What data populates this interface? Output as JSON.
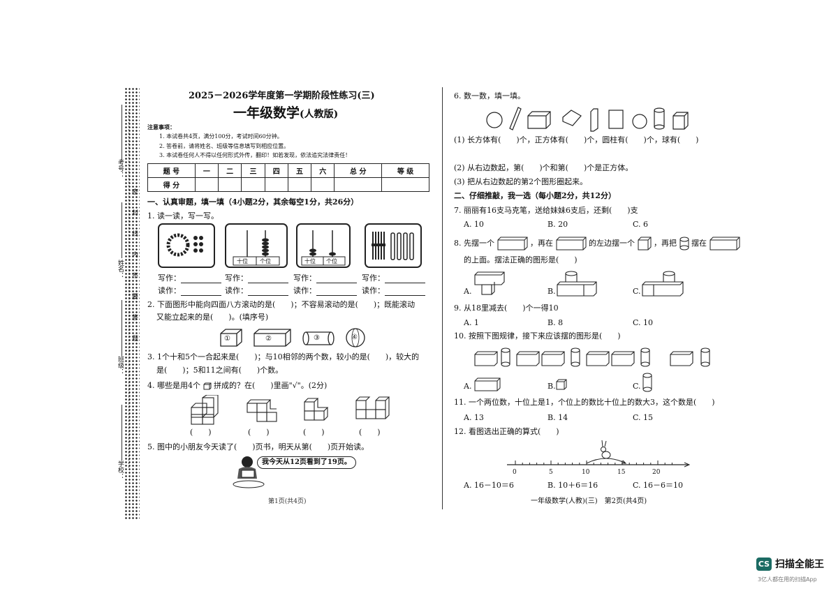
{
  "left": {
    "title": "2025－2026学年度第一学期阶段性练习(三)",
    "subtitle": "一年级数学",
    "subtitle_edition": "(人教版)",
    "notice_title": "注意事项：",
    "notices": [
      "1. 本试卷共4页，满分100分，考试时间60分钟。",
      "2. 答卷前，请将姓名、班级等信息填写到相应位置。",
      "3. 本试卷任何人不得以任何形式外传，翻印！如若发现，依法追究法律责任！"
    ],
    "score_table": {
      "header": [
        "题 号",
        "一",
        "二",
        "三",
        "四",
        "五",
        "六",
        "总 分",
        "等 级"
      ],
      "row_label": "得 分"
    },
    "section1": "一、认真审题，填一填（4小题2分，其余每空1分，共26分）",
    "q1": "1. 读一读，写一写。",
    "abacus_tens": "十位",
    "abacus_ones": "个位",
    "write_label": "写作：",
    "read_label": "读作：",
    "q2_line1": "2. 下面图形中能向四面八方滚动的是(　　)；不容易滚动的是(　　)；既能滚动",
    "q2_line2": "又能立起来的是(　　)。(填序号)",
    "q2_shapes": [
      "①",
      "②",
      "③",
      "④"
    ],
    "q3_line1": "3. 1个十和5个一合起来是(　　)；与10相邻的两个数，较小的是(　　)，较大的",
    "q3_line2": "是(　　)；5和11之间有(　　)个数。",
    "q4": "4. 哪些是用4个",
    "q4_tail": "拼成的？在(　　)里画\"√\"。(2分)",
    "q4_paren": "(　　)",
    "q5": "5. 图中的小朋友今天读了(　　)页书，明天从第(　　)页开始读。",
    "speech": "我今天从12页看到了19页。",
    "footer_left": "第1页(共4页)",
    "margin_labels": [
      "考号：",
      "姓名：",
      "班级：",
      "学校："
    ],
    "seal_text": "密　封　线　内　不　要　答　题"
  },
  "right": {
    "q6": "6. 数一数，填一填。",
    "q6_1": "(1) 长方体有(　　)个，正方体有(　　)个，圆柱有(　　)个，球有(　　)",
    "q6_2": "(2) 从右边数起，第(　　)个和第(　　)个是正方体。",
    "q6_3": "(3) 把从右边数起的第2个图形圈起来。",
    "section2": "二、仔细推敲，我一选（每小题2分，共12分）",
    "q7": "7. 丽丽有16支马克笔，送给妹妹6支后，还剩(　　)支",
    "q7_opts": [
      "A. 10",
      "B. 20",
      "C. 6"
    ],
    "q8_a": "8. 先摆一个",
    "q8_b": "，再在",
    "q8_c": "的左边摆一个",
    "q8_d": "，再把",
    "q8_e": "摆在",
    "q8_line2": "的上面。摆法正确的图形是(　　)",
    "opt_a": "A.",
    "opt_b": "B.",
    "opt_c": "C.",
    "q9": "9. 从18里减去(　　)个一得10",
    "q9_opts": [
      "A. 1",
      "B. 8",
      "C. 10"
    ],
    "q10": "10. 按照下图规律，接下来应该摆的图形是(　　)",
    "q11": "11. 一个两位数，十位上是1，个位上的数比十位上的数大3，这个数是(　　)",
    "q11_opts": [
      "A. 13",
      "B. 14",
      "C. 15"
    ],
    "q12": "12. 看图选出正确的算式(　　)",
    "number_line": [
      "0",
      "5",
      "10",
      "15",
      "20"
    ],
    "q12_opts": [
      "A. 16－10＝6",
      "B. 10＋6＝16",
      "C. 16－6＝10"
    ],
    "footer_right": "一年级数学(人教)(三)　第2页(共4页)"
  },
  "watermark": {
    "brand": "扫描全能王",
    "tagline": "3亿人都在用的扫描App",
    "logo": "CS"
  }
}
